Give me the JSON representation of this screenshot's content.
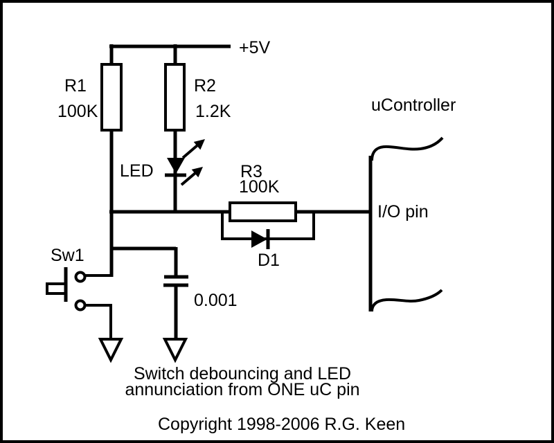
{
  "schematic": {
    "power_rail_label": "+5V",
    "components": {
      "r1_name": "R1",
      "r1_value": "100K",
      "r2_name": "R2",
      "r2_value": "1.2K",
      "r3_name": "R3",
      "r3_value": "100K",
      "led_label": "LED",
      "d1_label": "D1",
      "sw1_label": "Sw1",
      "cap_value": "0.001"
    },
    "controller": {
      "label": "uController",
      "pin_label": "I/O pin"
    },
    "caption": {
      "line1": "Switch debouncing and LED",
      "line2": "annunciation from ONE uC pin"
    },
    "copyright": "Copyright 1998-2006 R.G. Keen",
    "colors": {
      "ink": "#000000",
      "background": "#ffffff"
    }
  }
}
